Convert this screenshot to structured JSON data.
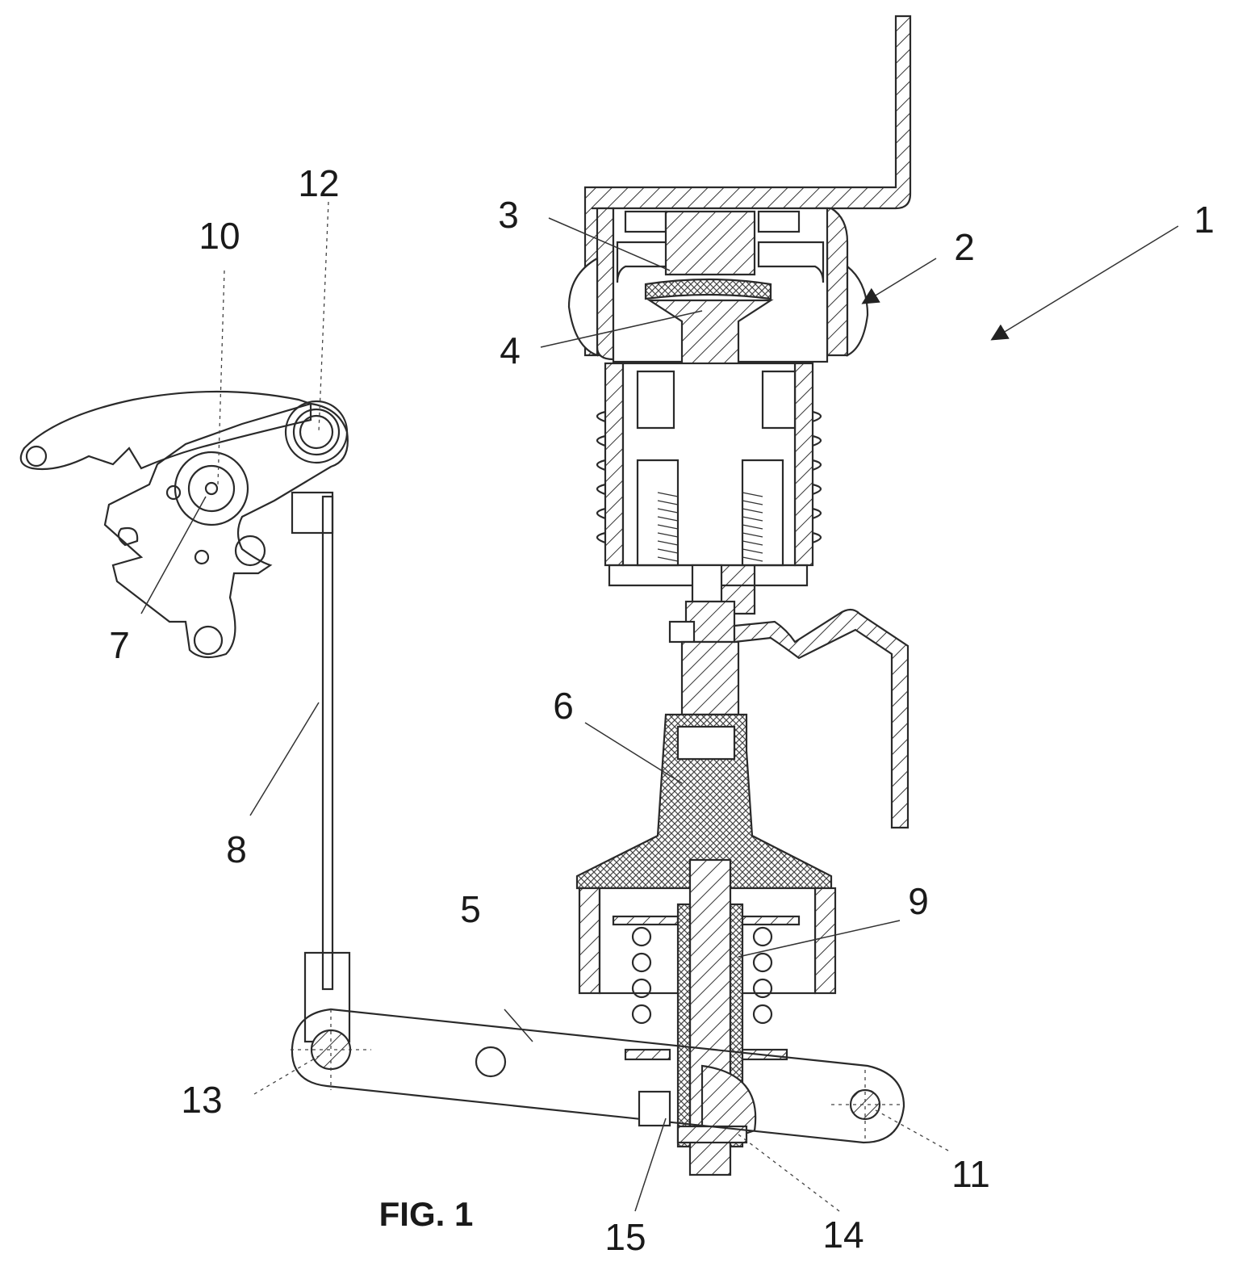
{
  "figure": {
    "caption": "FIG. 1"
  },
  "labels": {
    "l1": "1",
    "l2": "2",
    "l3": "3",
    "l4": "4",
    "l5": "5",
    "l6": "6",
    "l7": "7",
    "l8": "8",
    "l9": "9",
    "l10": "10",
    "l11": "11",
    "l12": "12",
    "l13": "13",
    "l14": "14",
    "l15": "15"
  }
}
